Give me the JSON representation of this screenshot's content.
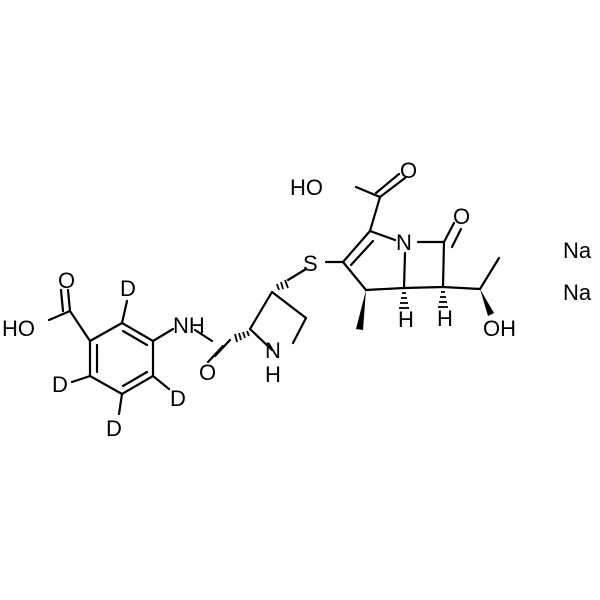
{
  "molecule": {
    "atoms": {
      "oh_meropenem_acid": "HO",
      "o_carbonyl_acid": "O",
      "n_bicyclic": "N",
      "o_lactam": "O",
      "s_thioether": "S",
      "h_bridgehead_left": "H",
      "h_bridgehead_right": "H",
      "oh_hydroxyethyl": "OH",
      "n_pyrrolidine": "N",
      "h_pyrrolidine": "H",
      "o_amide": "O",
      "nh_amide": "NH",
      "o_benzoic_carbonyl": "O",
      "ho_benzoic": "HO",
      "d_1": "D",
      "d_2": "D",
      "d_3": "D",
      "d_4": "D"
    },
    "counterions": [
      "Na",
      "Na"
    ]
  }
}
